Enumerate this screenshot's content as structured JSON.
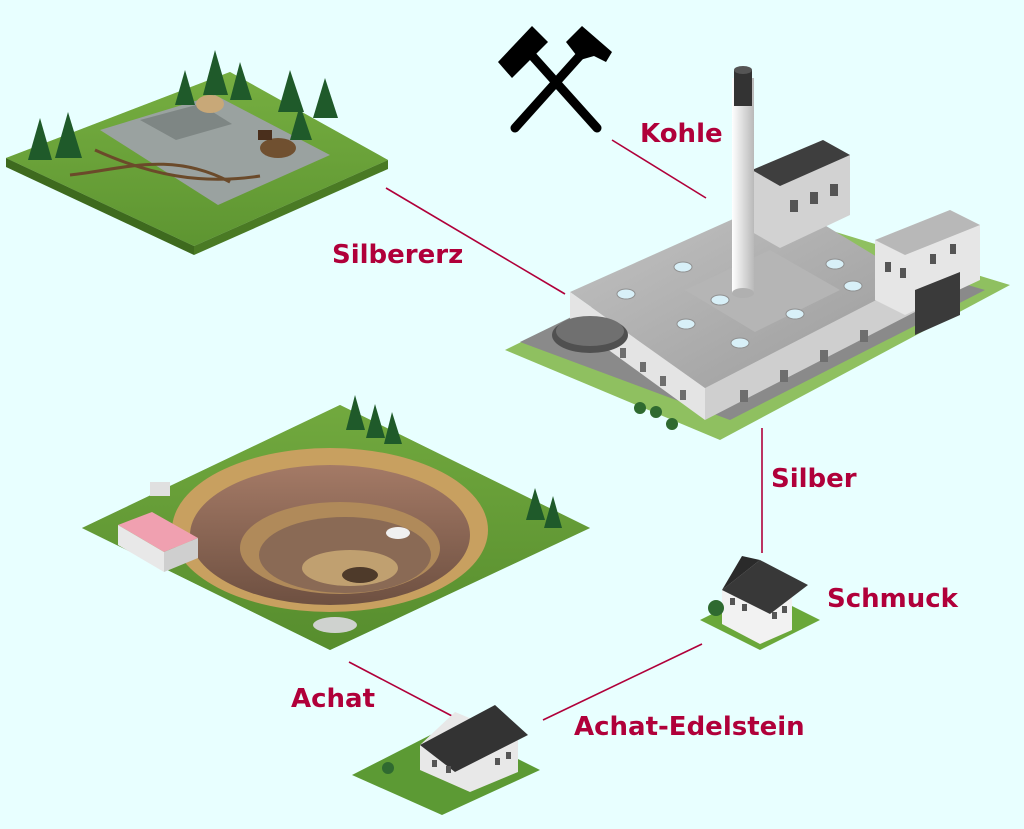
{
  "labels": {
    "silbererz": "Silbererz",
    "kohle": "Kohle",
    "silber": "Silber",
    "schmuck": "Schmuck",
    "achat": "Achat",
    "achat_edelstein": "Achat-Edelstein"
  },
  "icons": {
    "coal": "crossed-hammers-icon"
  },
  "colors": {
    "background": "#e8ffff",
    "label": "#b0003a",
    "link": "#b0003a"
  }
}
